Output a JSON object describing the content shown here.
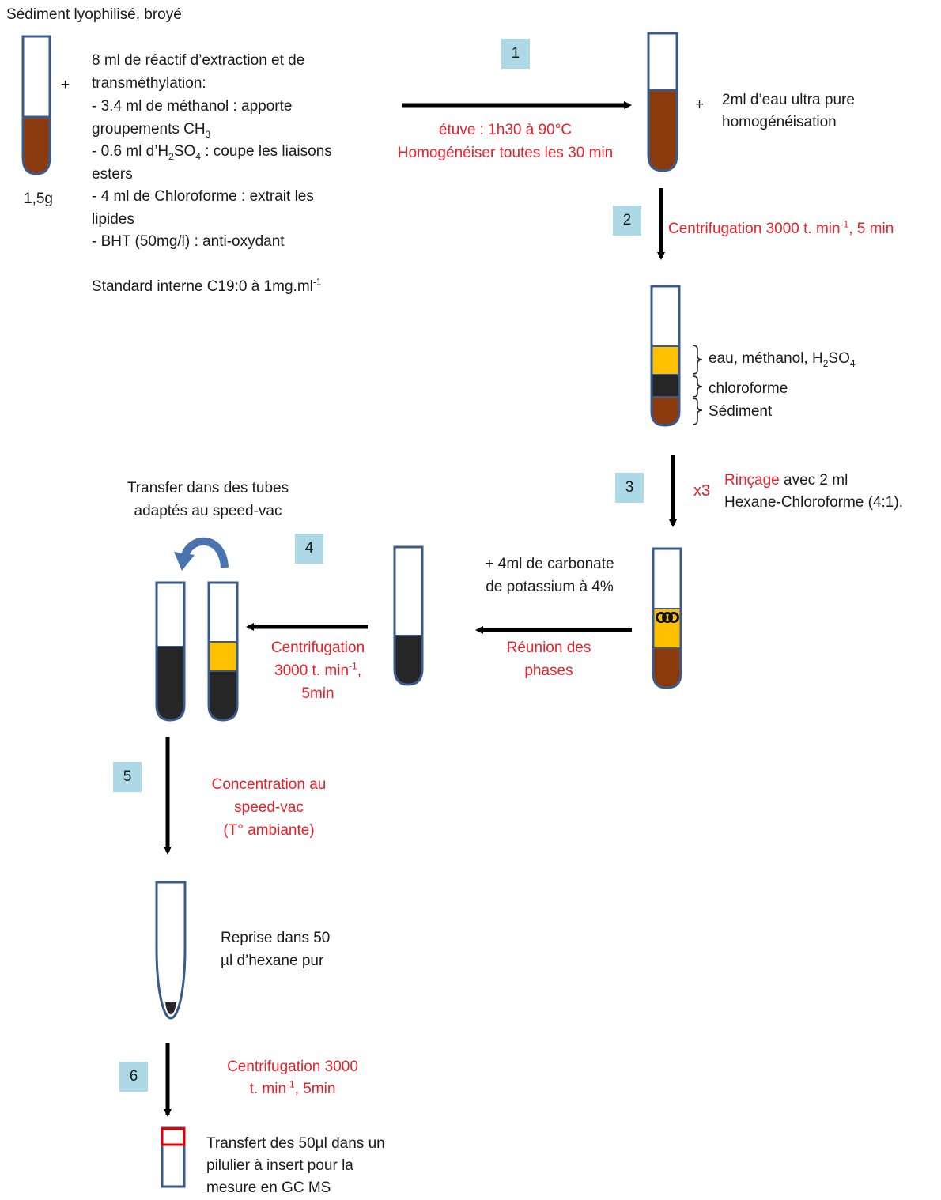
{
  "title": "Sédiment lyophilisé, broyé",
  "initial_tube": {
    "mass": "1,5g",
    "plus": "+"
  },
  "reagent": {
    "l1": "8 ml de réactif d’extraction et de",
    "l2": "transméthylation:",
    "l3": "- 3.4 ml de méthanol : apporte",
    "l4_a": "groupements CH",
    "l4_sub": "3",
    "l5_a": "- 0.6 ml d’H",
    "l5_sub1": "2",
    "l5_b": "SO",
    "l5_sub2": "4",
    "l5_c": " : coupe les liaisons",
    "l6": "esters",
    "l7": "- 4 ml de Chloroforme : extrait les",
    "l8": "lipides",
    "l9": "- BHT (50mg/l) : anti-oxydant",
    "std_a": "Standard interne C19:0 à 1mg.ml",
    "std_sup": "-1"
  },
  "steps": {
    "s1": {
      "num": "1",
      "l1": "étuve : 1h30 à 90°C",
      "l2": "Homogénéiser toutes les 30 min"
    },
    "water": {
      "plus": "+",
      "l1": "2ml d’eau ultra pure",
      "l2": "homogénéisation"
    },
    "s2": {
      "num": "2",
      "a": "Centrifugation  3000 t. min",
      "sup": "-1",
      "b": ", 5 min"
    },
    "layers": {
      "top_a": "eau, méthanol, H",
      "top_sub1": "2",
      "top_b": "SO",
      "top_sub2": "4",
      "mid": "chloroforme",
      "bottom": "Sédiment"
    },
    "s3": {
      "num": "3",
      "x3": "x3",
      "l1_red": "Rinçage",
      "l1_rest": " avec 2 ml",
      "l2": "Hexane-Chloroforme (4:1)."
    },
    "carbonate": {
      "l1": "+ 4ml de carbonate",
      "l2": "de potassium à 4%"
    },
    "reunion": {
      "l1": "Réunion des",
      "l2": "phases"
    },
    "centri4": {
      "l1": "Centrifugation",
      "l2_a": "3000 t. min",
      "l2_sup": "-1",
      "l2_b": ",",
      "l3": "5min"
    },
    "s4": {
      "num": "4",
      "l1": "Transfer dans des tubes",
      "l2": "adaptés au speed-vac"
    },
    "s5": {
      "num": "5",
      "l1": "Concentration au",
      "l2": "speed-vac",
      "l3": "(T° ambiante)"
    },
    "reprise": {
      "l1": "Reprise dans 50",
      "l2": "µl d’hexane pur"
    },
    "s6": {
      "num": "6",
      "l1": "Centrifugation  3000",
      "l2_a": "t. min",
      "l2_sup": "-1",
      "l2_b": ", 5min"
    },
    "final": {
      "l1": "Transfert des 50µl dans un",
      "l2": "pilulier à insert pour la",
      "l3": "mesure en GC MS"
    }
  },
  "colors": {
    "sediment": "#8b3a0e",
    "aqueous": "#ffc000",
    "chloroform": "#262626",
    "tube_outline": "#3a5a8a",
    "step_badge": "#add8e6",
    "condition_text": "#e8202a",
    "arrow": "#000000",
    "vial_cap": "#e00000",
    "curved_arrow": "#4a73b0"
  }
}
